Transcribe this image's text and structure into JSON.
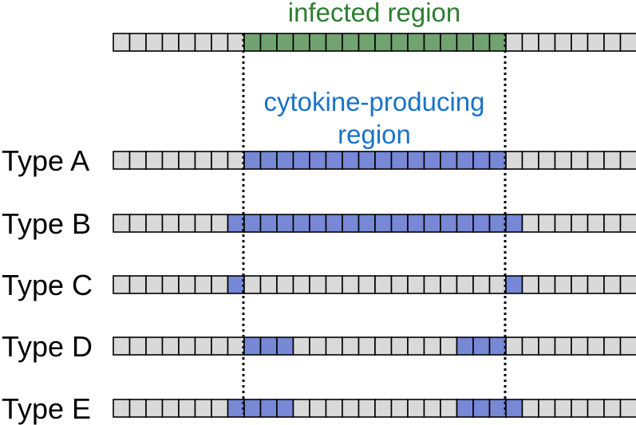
{
  "colors": {
    "normal_cell": "#d9d9d9",
    "infected_cell": "#70a370",
    "cytokine_cell": "#7688d6",
    "infected_text": "#2e7d32",
    "cytokine_text": "#1a73c8"
  },
  "infected_title": "infected region",
  "cytokine_title": {
    "line1": "cytokine-producing",
    "line2": "region"
  },
  "strip": {
    "cell_count": 33
  },
  "infected_strip": {
    "colored_cells": [
      8,
      9,
      10,
      11,
      12,
      13,
      14,
      15,
      16,
      17,
      18,
      19,
      20,
      21,
      22,
      23
    ]
  },
  "rows": [
    {
      "label": "Type A",
      "colored_cells": [
        8,
        9,
        10,
        11,
        12,
        13,
        14,
        15,
        16,
        17,
        18,
        19,
        20,
        21,
        22,
        23
      ]
    },
    {
      "label": "Type B",
      "colored_cells": [
        7,
        8,
        9,
        10,
        11,
        12,
        13,
        14,
        15,
        16,
        17,
        18,
        19,
        20,
        21,
        22,
        23,
        24
      ]
    },
    {
      "label": "Type C",
      "colored_cells": [
        7,
        24
      ]
    },
    {
      "label": "Type D",
      "colored_cells": [
        8,
        9,
        10,
        21,
        22,
        23
      ]
    },
    {
      "label": "Type E",
      "colored_cells": [
        7,
        8,
        9,
        10,
        21,
        22,
        23,
        24
      ]
    }
  ]
}
